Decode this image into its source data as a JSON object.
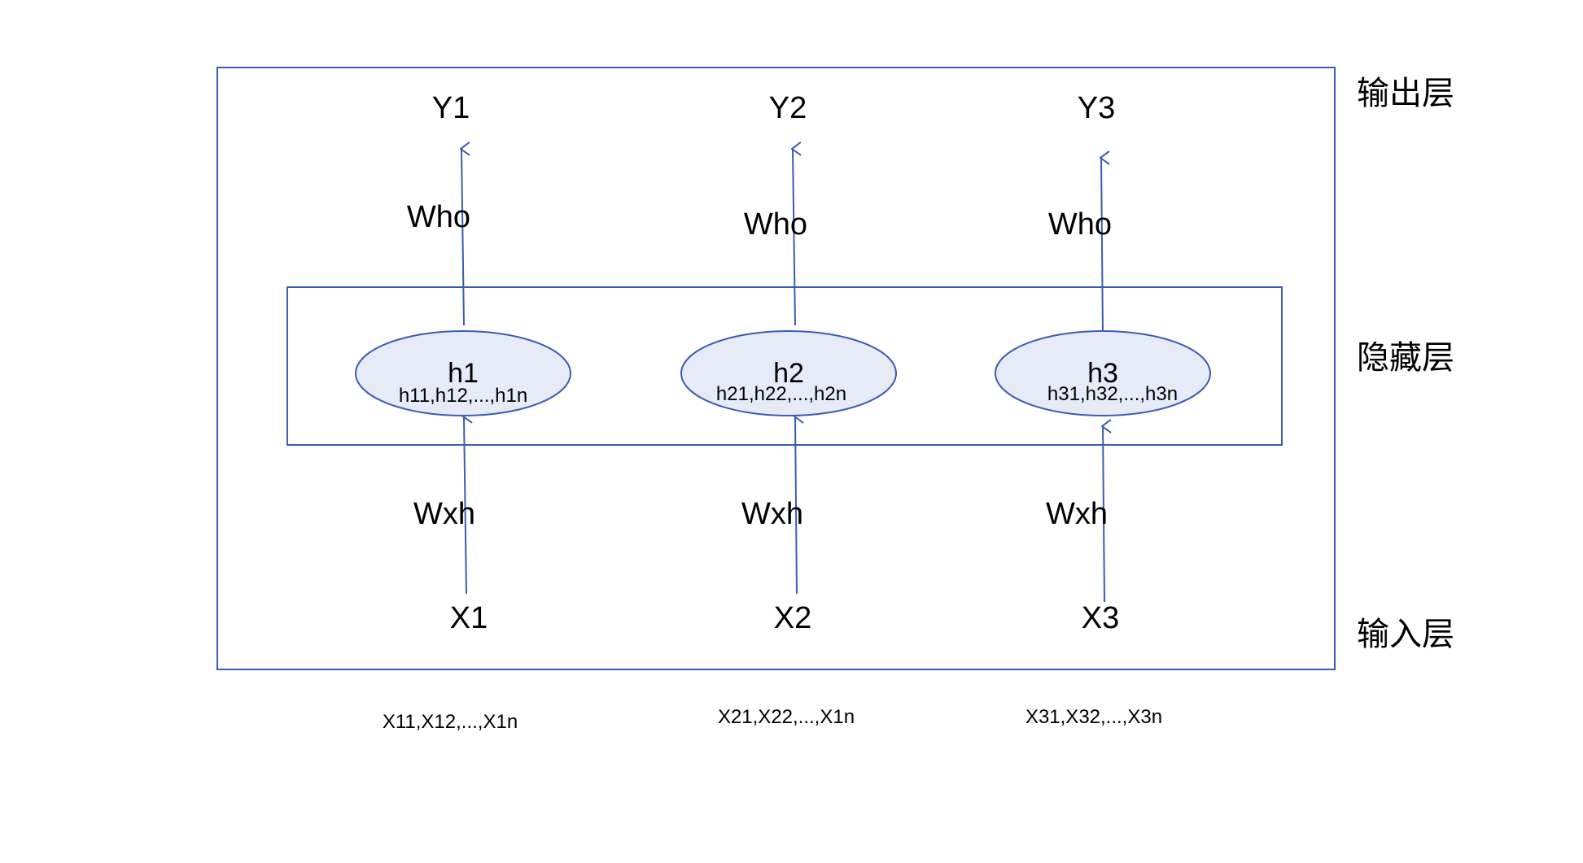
{
  "layers": {
    "output": "输出层",
    "hidden": "隐藏层",
    "input": "输入层"
  },
  "columns": [
    {
      "y": "Y1",
      "w_out": "Who",
      "h": "h1",
      "h_sub": "h11,h12,...,h1n",
      "w_in": "Wxh",
      "x": "X1",
      "x_sub": "X11,X12,...,X1n"
    },
    {
      "y": "Y2",
      "w_out": "Who",
      "h": "h2",
      "h_sub": "h21,h22,...,h2n",
      "w_in": "Wxh",
      "x": "X2",
      "x_sub": "X21,X22,...,X1n"
    },
    {
      "y": "Y3",
      "w_out": "Who",
      "h": "h3",
      "h_sub": "h31,h32,...,h3n",
      "w_in": "Wxh",
      "x": "X3",
      "x_sub": "X31,X32,...,X3n"
    }
  ],
  "colors": {
    "stroke": "#3b5cb0",
    "ellipse_fill": "#e6ecf7",
    "text": "#000000"
  }
}
